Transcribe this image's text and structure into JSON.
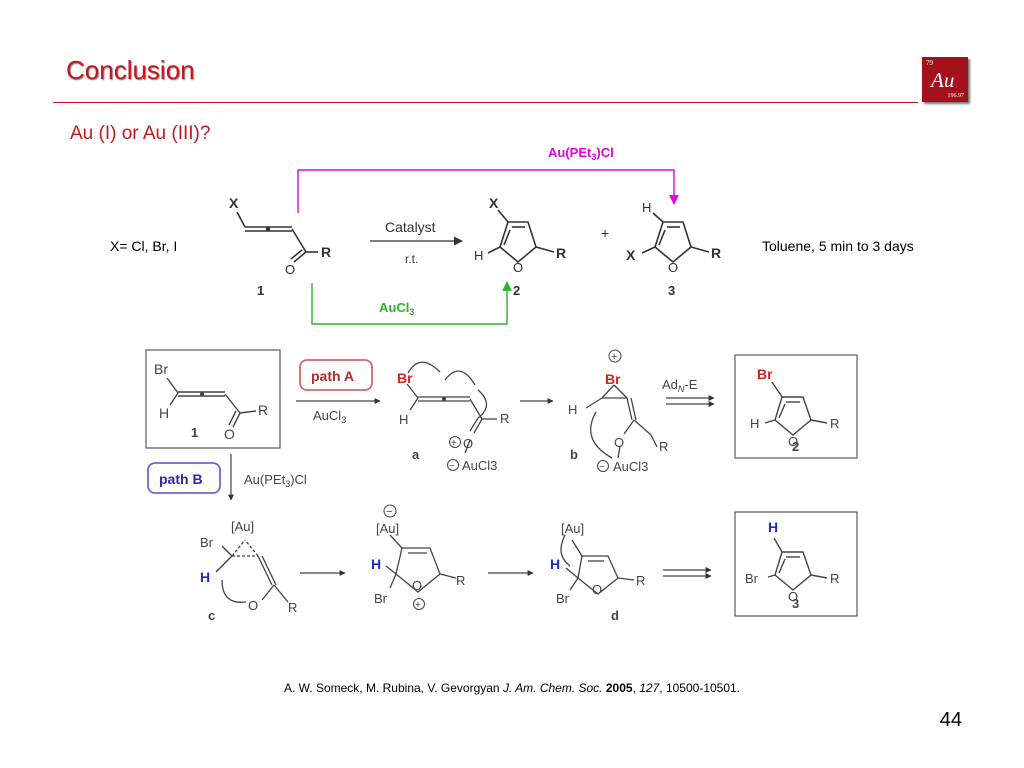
{
  "slide": {
    "title": "Conclusion",
    "subtitle": "Au (I) or Au (III)?",
    "page_number": "44",
    "logo": {
      "atomic_number": "79",
      "symbol": "Au",
      "atomic_mass": "196.97"
    }
  },
  "top_scheme": {
    "substituent_note": "X= Cl, Br, I",
    "conditions_note": "Toluene, 5 min to 3 days",
    "catalyst_label": "Catalyst",
    "temperature_label": "r.t.",
    "au1_catalyst": {
      "main": "Au(PEt",
      "sub": "3",
      "tail": ")Cl",
      "color": "#e600e6"
    },
    "au3_catalyst": {
      "main": "AuCl",
      "sub": "3",
      "color": "#2db52d"
    },
    "compound_labels": [
      "1",
      "2",
      "3"
    ],
    "plus_sign": "+",
    "atoms": {
      "X": "X",
      "H": "H",
      "R": "R",
      "O": "O"
    }
  },
  "mechanism": {
    "path_a_label": "path A",
    "path_b_label": "path B",
    "path_a_reagent": {
      "main": "AuCl",
      "sub": "3"
    },
    "path_b_reagent": {
      "main": "Au(PEt",
      "sub": "3",
      "tail": ")Cl"
    },
    "ade_label": {
      "main": "Ad",
      "sub": "N",
      "tail": "-E"
    },
    "intermediate_labels": [
      "a",
      "b",
      "c",
      "d"
    ],
    "compound_labels": [
      "1",
      "2",
      "3"
    ],
    "atoms": {
      "Br": "Br",
      "H": "H",
      "R": "R",
      "O": "O",
      "Au": "[Au]",
      "AuCl3": "AuCl3",
      "plus": "+",
      "minus": "−"
    },
    "highlight_color": "#d0261f",
    "h_highlight_color": "#1a2fbf"
  },
  "reference": {
    "authors": "A. W. Someck,  M. Rubina, V. Gevorgyan ",
    "journal": "J. Am. Chem. Soc.",
    "year": "2005",
    "volume": "127",
    "pages": ", 10500-10501."
  }
}
